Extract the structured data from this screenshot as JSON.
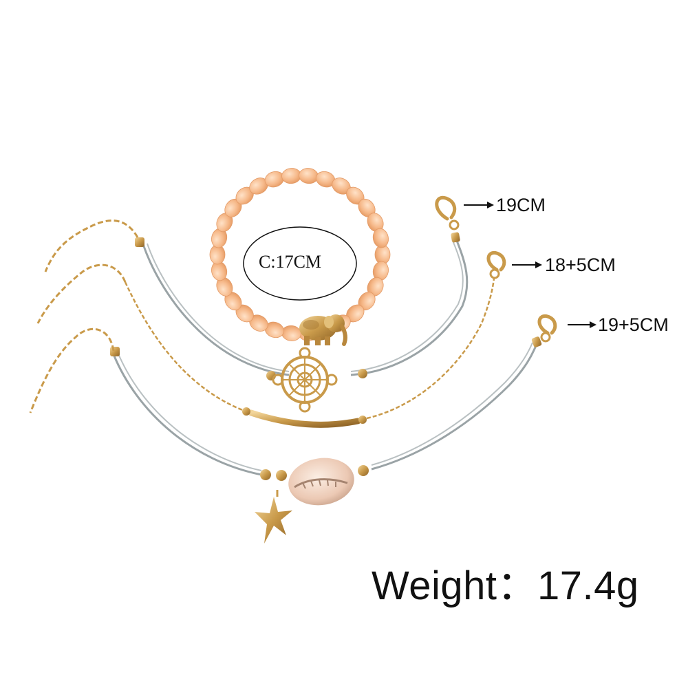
{
  "labels": {
    "circumference": "C:17CM",
    "length_1": "19CM",
    "length_2": "18+5CM",
    "length_3": "19+5CM",
    "weight": "Weight：17.4g"
  },
  "colors": {
    "background": "#ffffff",
    "beads": "#f6b98a",
    "gold": "#c99a4a",
    "cord": "#9aa3a6",
    "shell": "#efd3c0",
    "text": "#111111"
  }
}
